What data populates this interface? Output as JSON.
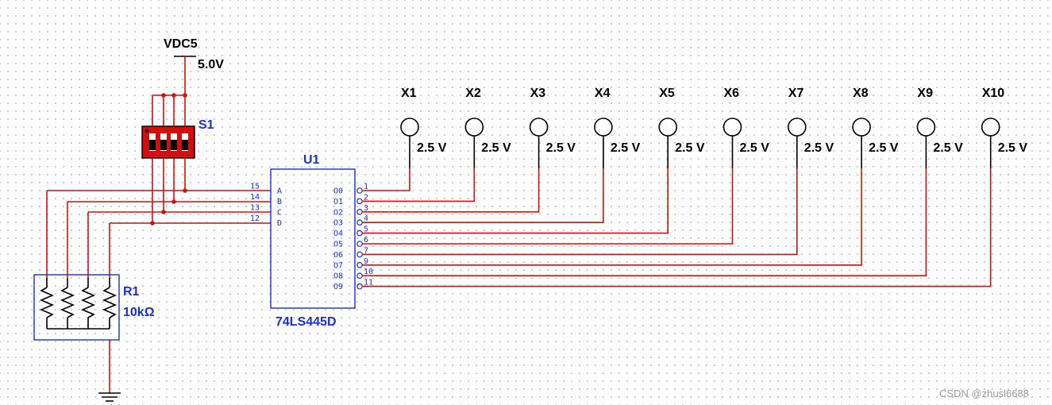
{
  "source": {
    "name": "VDC5",
    "voltage": "5.0V"
  },
  "switch": {
    "name": "S1"
  },
  "chip": {
    "name": "U1",
    "part": "74LS445D",
    "inputs": [
      {
        "label": "A",
        "pin": "15"
      },
      {
        "label": "B",
        "pin": "14"
      },
      {
        "label": "C",
        "pin": "13"
      },
      {
        "label": "D",
        "pin": "12"
      }
    ],
    "outputs": [
      {
        "label": "O0",
        "pin": "1"
      },
      {
        "label": "O1",
        "pin": "2"
      },
      {
        "label": "O2",
        "pin": "3"
      },
      {
        "label": "O3",
        "pin": "4"
      },
      {
        "label": "O4",
        "pin": "5"
      },
      {
        "label": "O5",
        "pin": "6"
      },
      {
        "label": "O6",
        "pin": "7"
      },
      {
        "label": "O7",
        "pin": "9"
      },
      {
        "label": "O8",
        "pin": "10"
      },
      {
        "label": "O9",
        "pin": "11"
      }
    ]
  },
  "resistor": {
    "name": "R1",
    "value": "10kΩ"
  },
  "probes": [
    {
      "name": "X1",
      "voltage": "2.5 V"
    },
    {
      "name": "X2",
      "voltage": "2.5 V"
    },
    {
      "name": "X3",
      "voltage": "2.5 V"
    },
    {
      "name": "X4",
      "voltage": "2.5 V"
    },
    {
      "name": "X5",
      "voltage": "2.5 V"
    },
    {
      "name": "X6",
      "voltage": "2.5 V"
    },
    {
      "name": "X7",
      "voltage": "2.5 V"
    },
    {
      "name": "X8",
      "voltage": "2.5 V"
    },
    {
      "name": "X9",
      "voltage": "2.5 V"
    },
    {
      "name": "X10",
      "voltage": "2.5 V"
    }
  ],
  "watermark": "CSDN @zhusl6688",
  "colors": {
    "wire": "#d01010",
    "component": "#1a2fd6",
    "switch_body": "#d01010"
  }
}
